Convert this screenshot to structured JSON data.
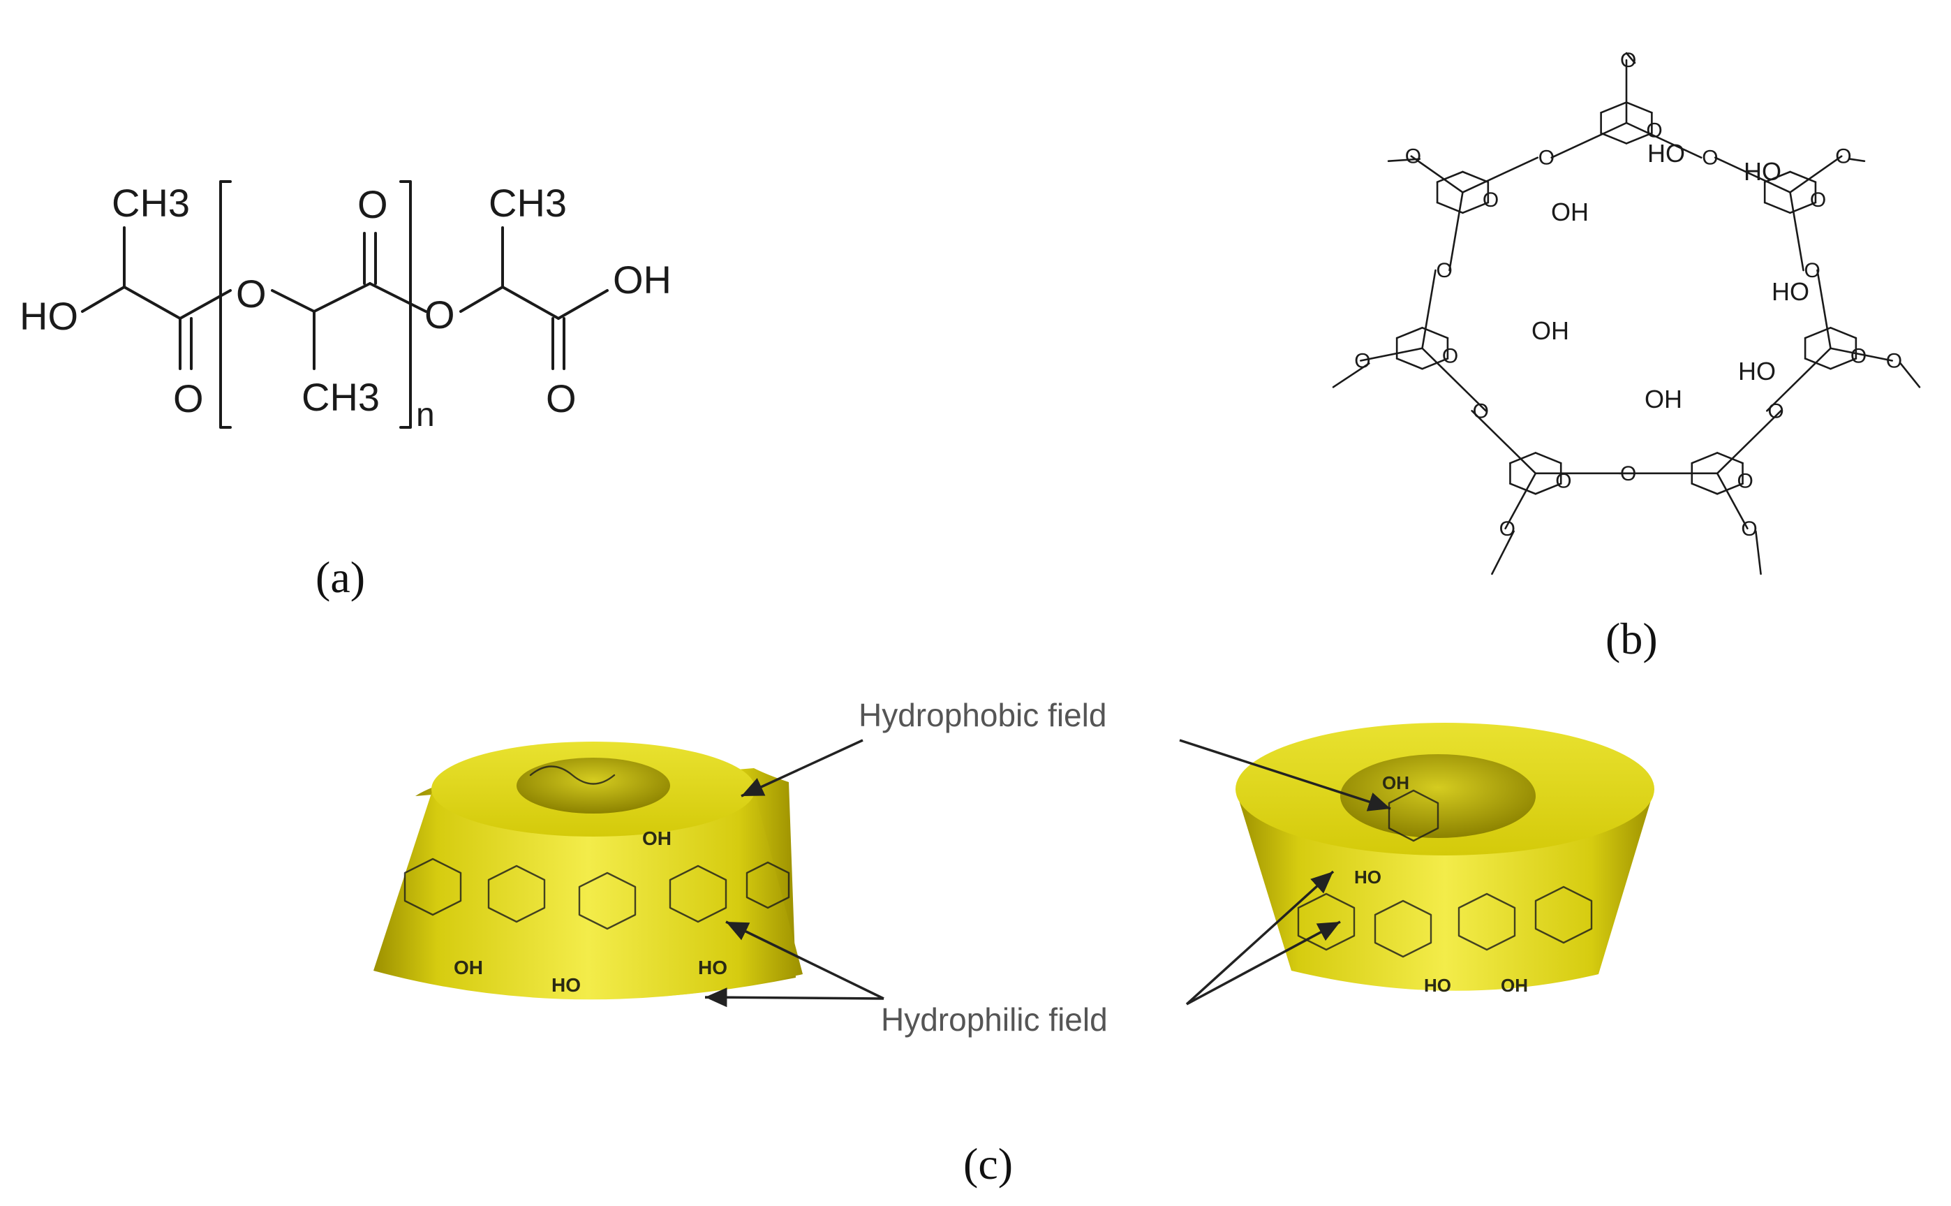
{
  "panels": {
    "a": {
      "label": "(a)",
      "atoms": {
        "ho_left": "HO",
        "ch3_top_left": "CH3",
        "o_carbonyl_left": "O",
        "o_ester_left": "O",
        "o_carbonyl_mid": "O",
        "ch3_mid": "CH3",
        "repeat_n": "n",
        "o_ester_right": "O",
        "ch3_top_right": "CH3",
        "oh_right": "OH",
        "o_carbonyl_right": "O"
      }
    },
    "b": {
      "label": "(b)",
      "hydroxyl_labels": [
        "HO",
        "HO",
        "OH",
        "OH",
        "HO",
        "OH",
        "HO"
      ],
      "ring_oxygen": "O",
      "methoxy": "O"
    },
    "c": {
      "label": "(c)",
      "callouts": {
        "hydrophobic": "Hydrophobic field",
        "hydrophilic": "Hydrophilic field"
      },
      "decor_labels": [
        "OH",
        "HO",
        "OH",
        "HO",
        "OH",
        "HO",
        "OH",
        "HO"
      ],
      "colors": {
        "cone_fill": "#e6dd14",
        "cone_shadow": "#b8a800",
        "cone_highlight": "#f6ef6a",
        "arrow": "#222222"
      }
    }
  }
}
